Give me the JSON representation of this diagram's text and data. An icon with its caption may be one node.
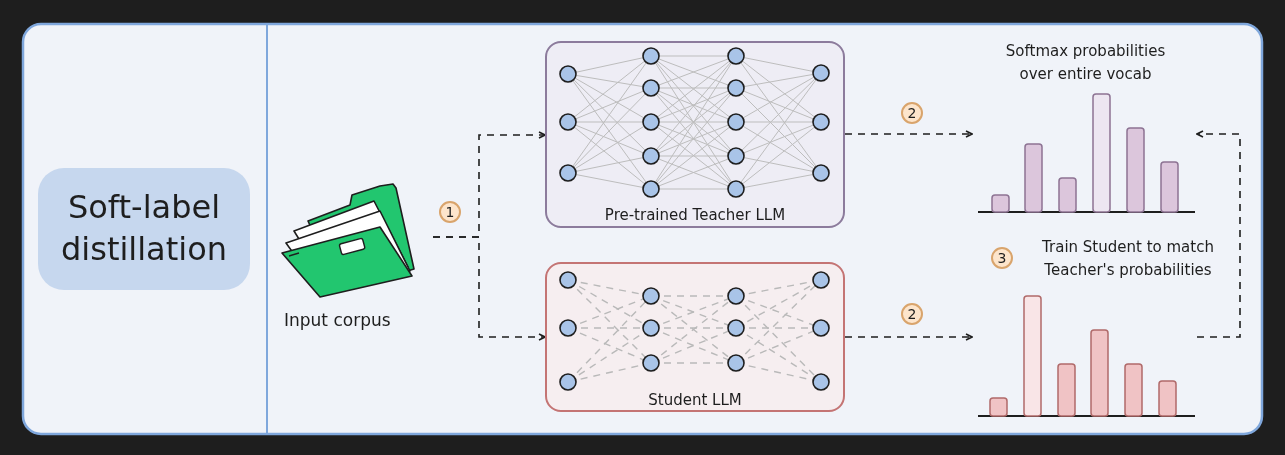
{
  "diagram": {
    "nodes": [
      {
        "text": [
          "Soft-label distillation"
        ]
      },
      {
        "text": [
          "Input corpus"
        ]
      },
      {
        "text": [
          "Pre-trained Teacher LLM"
        ]
      },
      {
        "text": [
          "Student LLM"
        ]
      },
      {
        "text": [],
        "shape": "picture",
        "beside": [
          "Softmax probabilities over entire vocab"
        ]
      },
      {
        "text": [],
        "shape": "picture"
      },
      {
        "text": [],
        "shape": "bar",
        "in": 4
      },
      {
        "text": [],
        "shape": "bar",
        "in": 4
      },
      {
        "text": [],
        "shape": "bar",
        "in": 4
      },
      {
        "text": [],
        "shape": "bar",
        "in": 4
      },
      {
        "text": [],
        "shape": "bar",
        "in": 4
      },
      {
        "text": [],
        "shape": "bar",
        "in": 4
      },
      {
        "text": [],
        "shape": "bar",
        "in": 5
      },
      {
        "text": [],
        "shape": "bar",
        "in": 5
      },
      {
        "text": [],
        "shape": "bar",
        "in": 5
      },
      {
        "text": [],
        "shape": "bar",
        "in": 5
      },
      {
        "text": [],
        "shape": "bar",
        "in": 5
      },
      {
        "text": [],
        "shape": "bar",
        "in": 5
      }
    ],
    "edges": [
      {
        "from": 1,
        "to": 2,
        "arrow": "to",
        "style": "dashed",
        "label": "1"
      },
      {
        "from": 1,
        "to": 3,
        "arrow": "to",
        "style": "dashed"
      },
      {
        "from": 2,
        "to": 4,
        "arrow": "to",
        "style": "dashed",
        "label": "2"
      },
      {
        "from": 3,
        "to": 5,
        "arrow": "to",
        "style": "dashed",
        "label": "2"
      },
      {
        "from": 5,
        "to": 4,
        "arrow": "to",
        "style": "dashed"
      }
    ],
    "labels": [
      "3",
      "Train Student to match Teacher's probabilities"
    ]
  }
}
